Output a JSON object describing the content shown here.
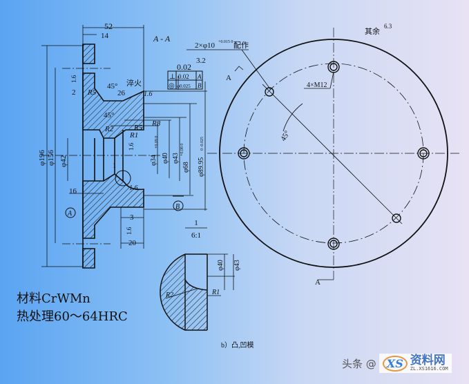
{
  "section_view": {
    "title": "A - A",
    "dims": {
      "total_length": "52",
      "flange_thickness": "14",
      "d196": "φ196",
      "d156": "φ156",
      "d42": "φ42",
      "d34": "φ34",
      "d34_tol": "+0.09 0",
      "d40": "φ40",
      "d43": "φ43",
      "d68": "φ68",
      "d68_tol": "+0.08 0",
      "d89": "φ89.95",
      "d89_tol": "0 -0.025",
      "len26": "26",
      "len16": "16",
      "len3": "3",
      "len20": "20",
      "chamfer2": "2",
      "r5a": "R5",
      "r5b": "R5",
      "r8": "R8",
      "r2": "R2",
      "r1": "R1",
      "angle1": "45°",
      "angle2": "45°",
      "detail_ref": "1",
      "quench": "淬火"
    },
    "roughness": [
      "1.6",
      "1.6",
      "1.6",
      "1.6",
      "1.6"
    ],
    "gdt": {
      "top_value": "0.02",
      "row1": [
        "⊥",
        "0.02",
        "A"
      ],
      "row2": [
        "◎",
        "φ0.025",
        "B"
      ]
    },
    "datum_a": "A",
    "datum_b": "B"
  },
  "end_view": {
    "pin_holes": "2×φ10",
    "pin_tol": "+0.015 0",
    "pin_note": "配作",
    "pin_roughness": "3.2",
    "threads": "4×M12",
    "angle": "45°",
    "section_mark_top": "A",
    "section_mark_bottom": "A",
    "other_roughness_label": "其余",
    "other_roughness": "6.3"
  },
  "detail_view": {
    "label": "1",
    "scale": "6:1",
    "d40": "φ40",
    "d43": "φ43",
    "r2": "R2",
    "r1": "R1"
  },
  "notes": {
    "material": "材料CrWMn",
    "heat_treatment": "热处理60～64HRC"
  },
  "caption": "b）凸,凹模",
  "watermark": {
    "prefix": "头条 @",
    "logo": "XS",
    "site": "资料网",
    "url": "ZL.XS1616.COM"
  }
}
